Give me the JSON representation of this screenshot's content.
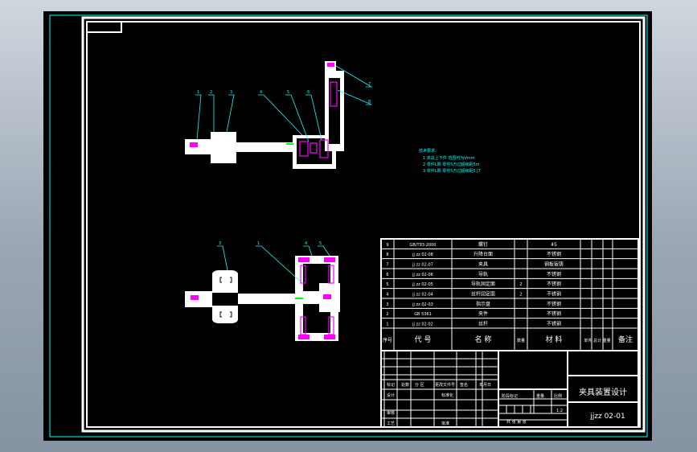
{
  "colors": {
    "background_gradient": [
      "#cfd6de",
      "#8593a2"
    ],
    "canvas": "#000000",
    "frame": "#ffffff",
    "inner_border": "#00ffff",
    "leader": "#00ffff",
    "part_accent": "#ff00ff"
  },
  "notes": {
    "heading": "技术要求:",
    "lines": [
      "1  夹具上下件 范围可为Vmm",
      "2  零件L限 零件5万过超级距5m",
      "3  零件L限 零件5万过超级距5 J7"
    ]
  },
  "parts_list": {
    "rows": [
      {
        "no": "9",
        "code": "GB/T93-2000",
        "name": "螺钉",
        "qty": "",
        "material": "45"
      },
      {
        "no": "8",
        "code": "jj zz 02-08",
        "name": "升降台面",
        "qty": "",
        "material": "不锈钢"
      },
      {
        "no": "7",
        "code": "jj zz 02-07",
        "name": "夹具",
        "qty": "",
        "material": "钢板钣铸"
      },
      {
        "no": "6",
        "code": "jj zz 02-06",
        "name": "导轨",
        "qty": "",
        "material": "不锈钢"
      },
      {
        "no": "5",
        "code": "jj zz 02-05",
        "name": "导轨固定面",
        "qty": "2",
        "material": "不锈钢"
      },
      {
        "no": "4",
        "code": "jj zz 02-04",
        "name": "丝杆固定面",
        "qty": "2",
        "material": "不锈钢"
      },
      {
        "no": "3",
        "code": "jj zz 02-03",
        "name": "指示盘",
        "qty": "",
        "material": "不锈钢"
      },
      {
        "no": "2",
        "code": "GB 5361",
        "name": "夹件",
        "qty": "",
        "material": "不锈钢"
      },
      {
        "no": "1",
        "code": "jj zz 02-02",
        "name": "丝杆",
        "qty": "",
        "material": "不锈钢"
      }
    ],
    "header": {
      "no": "序号",
      "code": "代    号",
      "name": "名    称",
      "qty": "数量",
      "material": "材    料",
      "weight": "单件 总计 重量",
      "remark": "备注"
    }
  },
  "title_block": {
    "title": "夹具装置设计",
    "drawing_no": "jjzz 02-01",
    "small_labels": {
      "marks": "标记",
      "count": "处数",
      "zone": "分 区",
      "change_doc": "更改文件号",
      "signature": "签名",
      "date": "年月日",
      "stage_mark": "阶段标记",
      "weight": "重量",
      "scale": "比例",
      "sheets": "共  张  第  张",
      "design": "设计",
      "review": "审核",
      "process": "工艺",
      "standard": "标准化",
      "approve": "批准",
      "scale_value": "1:2"
    }
  },
  "callouts": {
    "view_top": [
      "1",
      "2",
      "3",
      "4",
      "5",
      "6",
      "7",
      "8"
    ],
    "view_bottom": [
      "3",
      "1",
      "4",
      "5"
    ]
  }
}
